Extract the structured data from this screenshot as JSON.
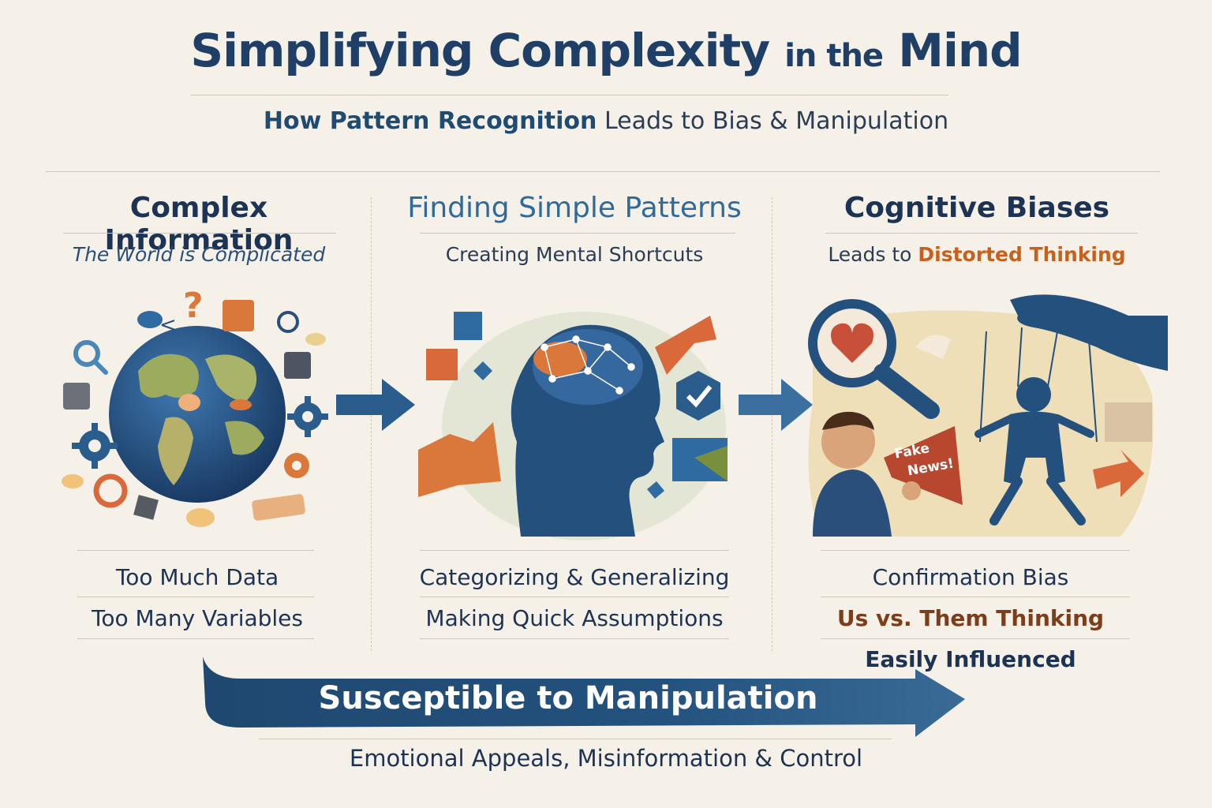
{
  "header": {
    "title_main": "Simplifying Complexity",
    "title_connector": "in the",
    "title_end": "Mind",
    "subtitle_bold": "How Pattern Recognition",
    "subtitle_rest": "Leads to Bias & Manipulation"
  },
  "columns": [
    {
      "heading": "Complex Information",
      "subheading": "The World is Complicated",
      "items": [
        "Too Much Data",
        "Too Many Variables"
      ]
    },
    {
      "heading": "Finding Simple Patterns",
      "subheading": "Creating Mental Shortcuts",
      "items": [
        "Categorizing & Generalizing",
        "Making Quick Assumptions"
      ]
    },
    {
      "heading": "Cognitive Biases",
      "subheading_start": "Leads to",
      "subheading_accent": "Distorted Thinking",
      "items": [
        "Confirmation Bias",
        "Us vs. Them Thinking",
        "Easily Influenced"
      ]
    }
  ],
  "illustration": {
    "megaphone_text_line1": "Fake",
    "megaphone_text_line2": "News!"
  },
  "banner": {
    "text": "Susceptible to Manipulation"
  },
  "footer": {
    "text": "Emotional Appeals, Misinformation & Control"
  },
  "colors": {
    "background": "#f5f1e8",
    "navy": "#1f3f66",
    "accent_orange": "#c8601d",
    "banner_blue": "#23527e"
  }
}
